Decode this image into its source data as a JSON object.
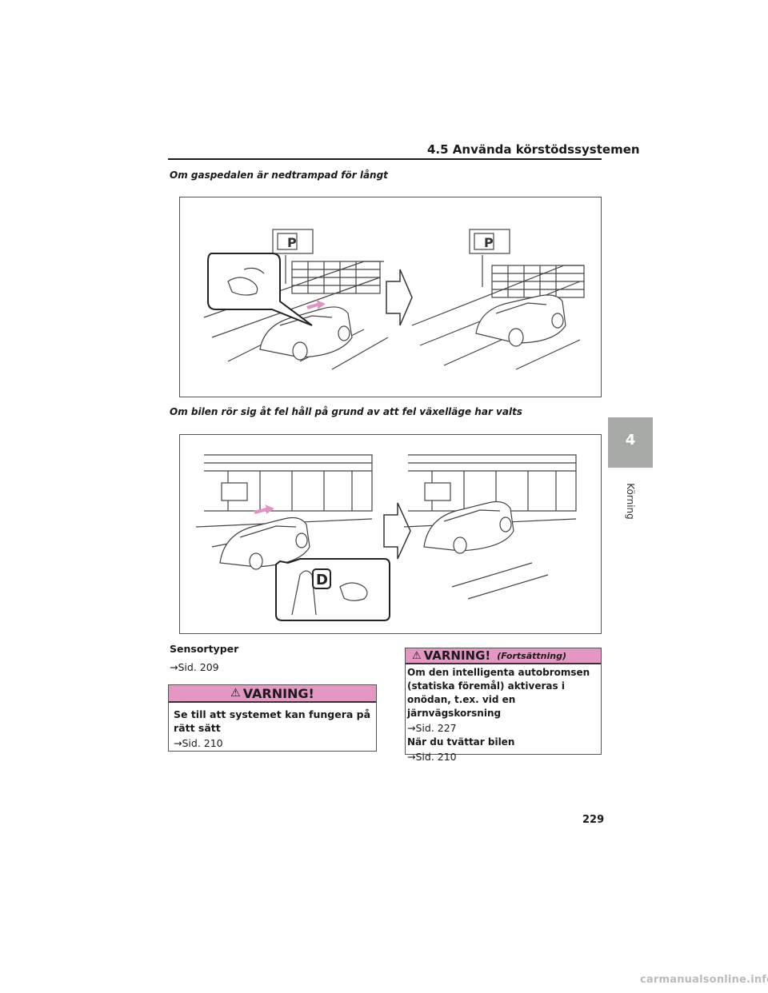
{
  "header": {
    "section": "4.5  Använda körstödssystemen"
  },
  "sidebar": {
    "chapter_number": "4",
    "chapter_label": "Körning"
  },
  "figure1": {
    "heading": "Om gaspedalen är nedtrampad för långt",
    "sign_letter": "P"
  },
  "figure2": {
    "heading": "Om bilen rör sig åt fel håll på grund av att fel växelläge har valts",
    "gear_letter": "D"
  },
  "left_column": {
    "sensor_heading": "Sensortyper",
    "sensor_ref": "→Sid. 209",
    "warning": {
      "title": "VARNING!",
      "item_heading": "Se till att systemet kan fungera på rätt sätt",
      "item_ref": "→Sid. 210"
    }
  },
  "right_column": {
    "warning": {
      "title": "VARNING!",
      "subtitle": "(Fortsättning)",
      "item1_heading": "Om den intelligenta autobromsen (statiska föremål) aktiveras i onödan, t.ex. vid en järnvägskorsning",
      "item1_ref": "→Sid. 227",
      "item2_heading": "När du tvättar bilen",
      "item2_ref": "→Sid. 210"
    }
  },
  "page_number": "229",
  "footer": "carmanualsonline.info",
  "colors": {
    "warning_bar": "#e497c2",
    "side_tab": "#a8aaa8",
    "motion_arrow": "#e590c0"
  }
}
